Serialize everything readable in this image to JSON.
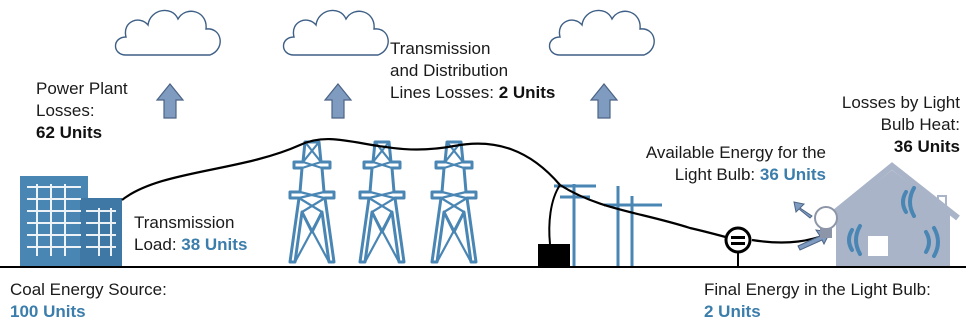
{
  "colors": {
    "accent_blue": "#3b7dab",
    "arrow_fill": "#7f9bbf",
    "tower_blue": "#4a86b4",
    "line_black": "#000000"
  },
  "icons": [
    "cloud-icon",
    "up-arrow-icon",
    "building-icon",
    "tower-icon",
    "utility-pole-icon",
    "transformer-icon",
    "meter-icon",
    "house-icon",
    "light-bulb-icon",
    "signal-waves-icon"
  ],
  "labels": {
    "power_plant": {
      "line1": "Power Plant",
      "line2": "Losses:",
      "value": "62 Units"
    },
    "transmission_dist": {
      "line1": "Transmission",
      "line2": "and Distribution",
      "line3": "Lines Losses: ",
      "value": "2 Units"
    },
    "bulb_heat": {
      "line1": "Losses by Light",
      "line2": "Bulb Heat:",
      "value": "36 Units"
    },
    "available": {
      "line1": "Available Energy for the",
      "line2": "Light Bulb: ",
      "value": "36 Units"
    },
    "transmission_load": {
      "line1": "Transmission",
      "line2": "Load: ",
      "value": "38 Units"
    },
    "coal_source": {
      "line1": "Coal Energy Source:",
      "value": "100 Units"
    },
    "final_energy": {
      "line1": "Final Energy in the Light Bulb:",
      "value": "2 Units"
    }
  }
}
